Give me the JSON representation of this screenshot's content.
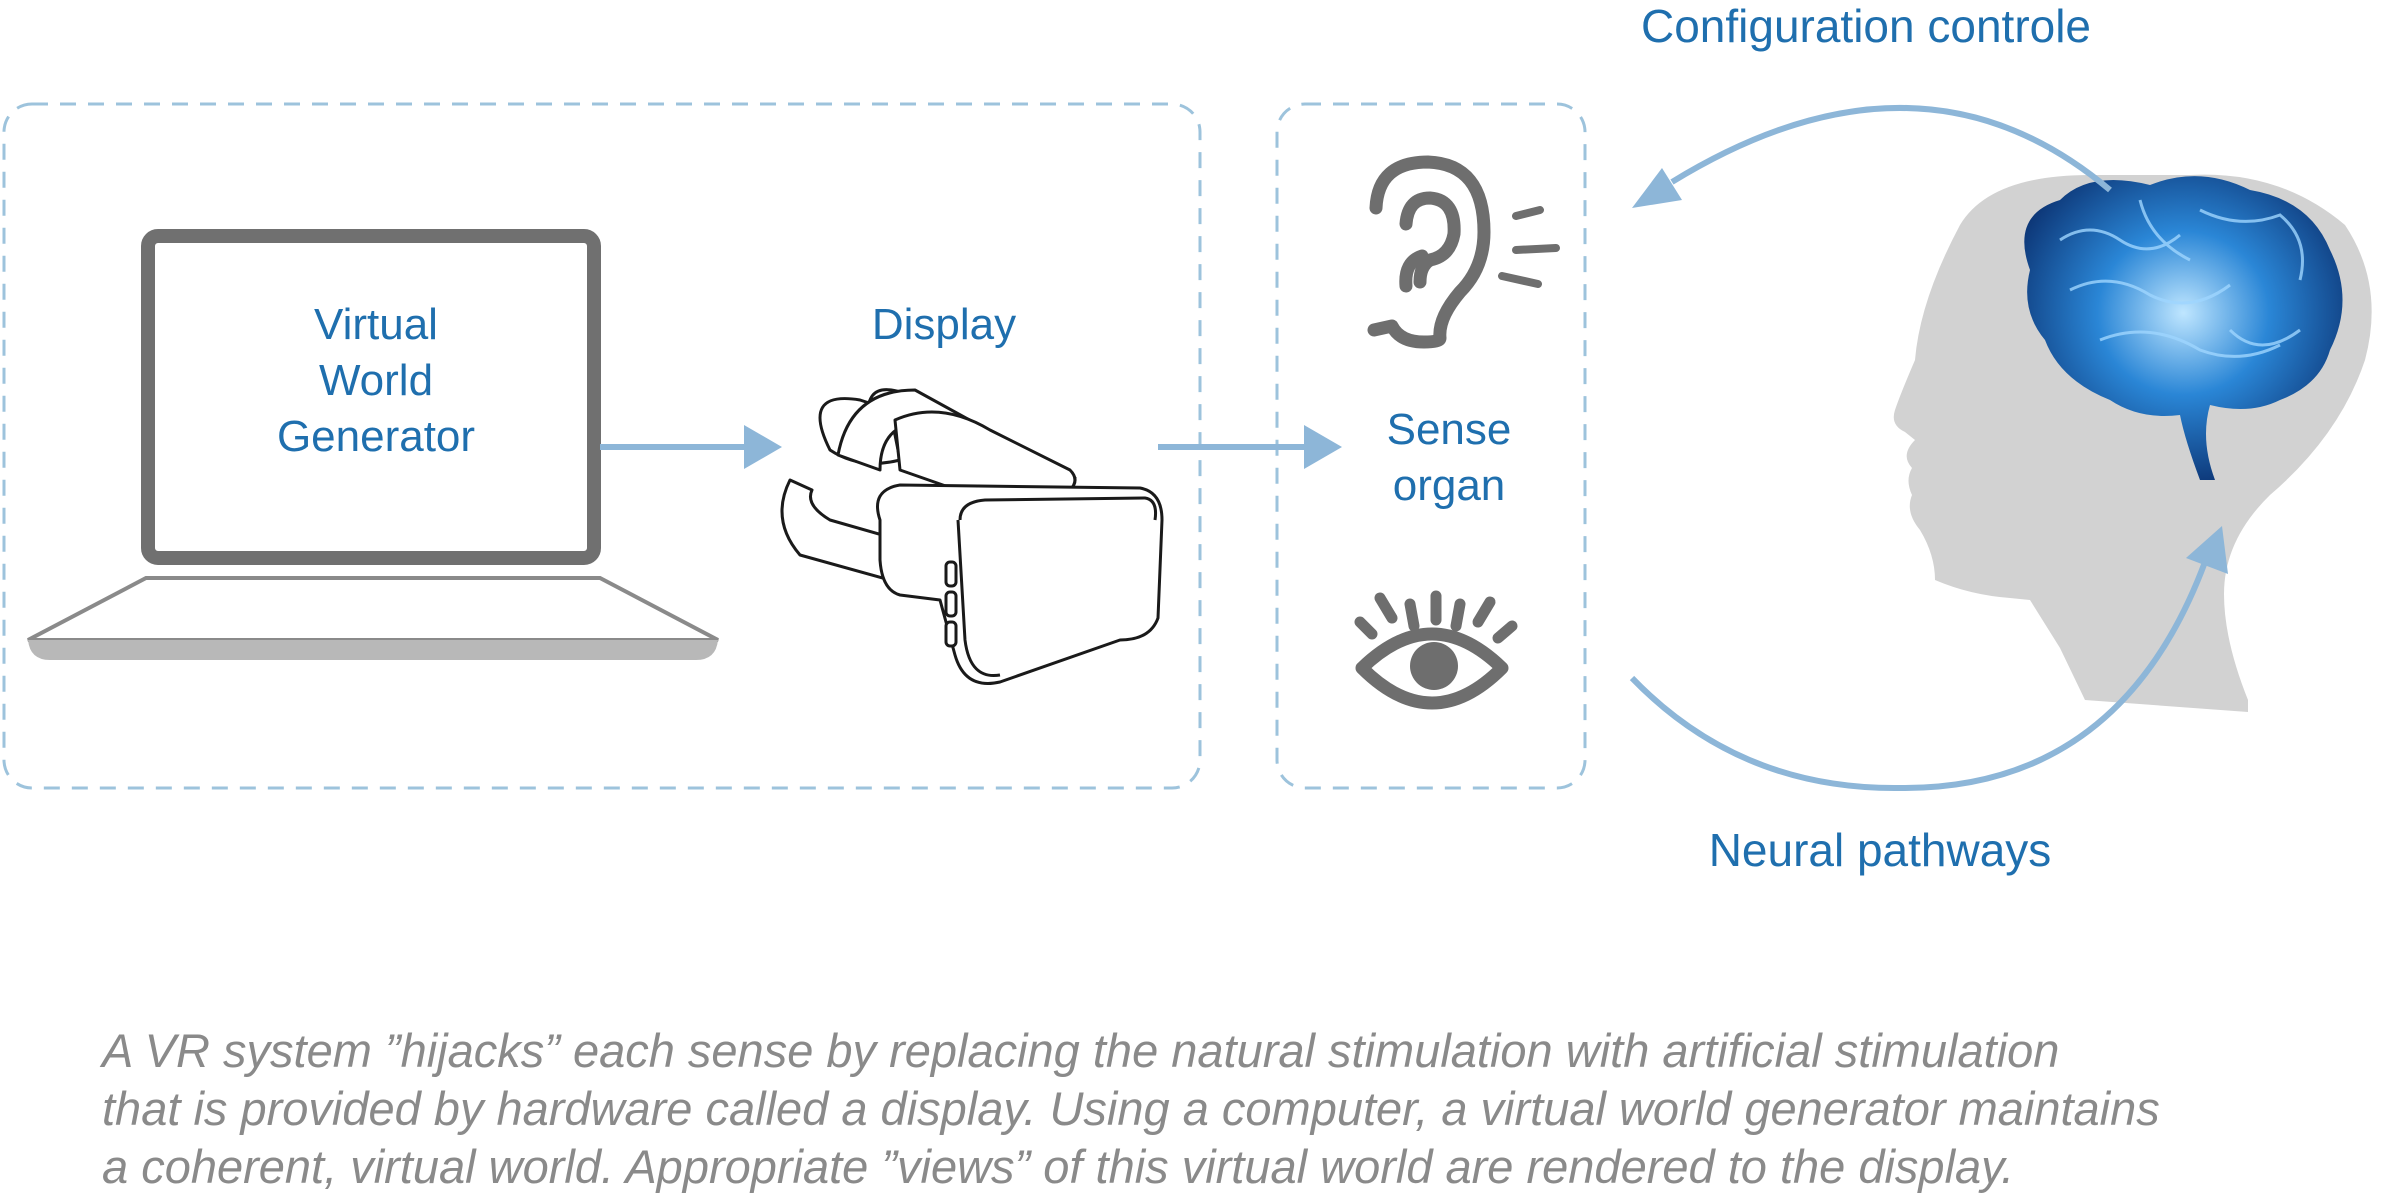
{
  "labels": {
    "generator_line1": "Virtual",
    "generator_line2": "World",
    "generator_line3": "Generator",
    "display": "Display",
    "sense_line1": "Sense",
    "sense_line2": "organ",
    "configuration": "Configuration controle",
    "neural": "Neural pathways"
  },
  "caption": {
    "line1": "A VR system ”hijacks”  each sense by replacing the natural stimulation with artificial stimulation",
    "line2": "that is provided by hardware called a display. Using a computer, a virtual world generator maintains",
    "line3": "a coherent, virtual world. Appropriate ”views” of this virtual world are rendered to the display."
  },
  "colors": {
    "accent": "#1f6fae",
    "arrow": "#8db6d8",
    "dash": "#9dc3dc",
    "icon": "#6e6e6e",
    "head": "#d2d2d2",
    "caption": "#8a8a8a"
  },
  "icons": [
    "laptop-icon",
    "vr-headset-icon",
    "ear-icon",
    "eye-icon",
    "head-icon",
    "brain-icon"
  ]
}
